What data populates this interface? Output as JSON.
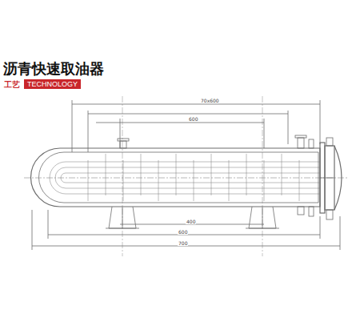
{
  "diagram": {
    "title": "沥青快速取油器",
    "nodes": [
      {
        "text": [
          "TECHNOLOGY"
        ]
      }
    ],
    "labels": [
      "工艺",
      "70x600",
      "600",
      "400",
      "600",
      "700"
    ]
  }
}
